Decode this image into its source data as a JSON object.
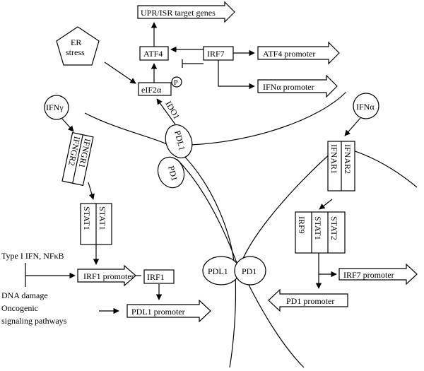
{
  "labels": {
    "upr_isr": "UPR/ISR target genes",
    "atf4": "ATF4",
    "irf7_top": "IRF7",
    "atf4_promoter": "ATF4 promoter",
    "ifna_promoter": "IFNα promoter",
    "er_stress_1": "ER",
    "er_stress_2": "stress",
    "eif2a": "eIF2α",
    "p": "P",
    "ido1": "IDO1",
    "ifng": "IFNγ",
    "ifna": "IFNα",
    "ifngr2": "IFNGR2",
    "ifngr1": "IFNGR1",
    "pdl1_top": "PDL1",
    "pd1_top": "PD1",
    "ifnar2": "IFNAR2",
    "ifnar1": "IFNAR1",
    "stat1_a": "STAT1",
    "stat1_b": "STAT1",
    "irf9": "IRF9",
    "stat1_c": "STAT1",
    "stat2": "STAT2",
    "type1_ifn": "Type I IFN, NFκB",
    "irf1_promoter": "IRF1 promoter",
    "irf1": "IRF1",
    "pdl1_mid": "PDL1",
    "pd1_mid": "PD1",
    "irf7_promoter": "IRF7 promoter",
    "pd1_promoter": "PD1 promoter",
    "dna_damage": "DNA damage",
    "oncogenic": "Oncogenic",
    "signaling": "signaling pathways",
    "pdl1_promoter": "PDL1 promoter"
  }
}
